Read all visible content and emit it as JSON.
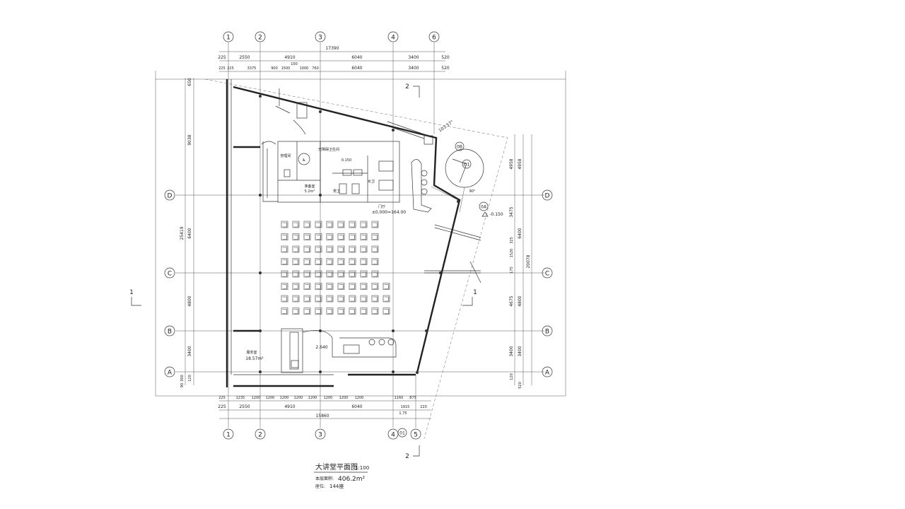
{
  "grid_x": [
    "1",
    "2",
    "3",
    "4",
    "6",
    "5"
  ],
  "grid_y": [
    "D",
    "C",
    "B",
    "A"
  ],
  "axes_special": [
    "0A",
    "0B",
    "D1",
    "01"
  ],
  "dims": {
    "top_total": "17390",
    "top_row1": [
      "225",
      "2550",
      "4910",
      "6040",
      "3400",
      "520"
    ],
    "top_row2": [
      "225",
      "225",
      "3375",
      "900",
      "1500",
      "100",
      "1000",
      "760",
      "6040",
      "3400",
      "520"
    ],
    "bottom_row1": [
      "225",
      "1235",
      "1200",
      "1200",
      "1200",
      "1200",
      "1200",
      "1200",
      "1200",
      "1200",
      "1160",
      "875"
    ],
    "bottom_row2": [
      "225",
      "2550",
      "4910",
      "6040",
      "1915",
      "220"
    ],
    "bottom_total": "15860",
    "bottom_small": "1.75",
    "left_col1": [
      "650",
      "9038",
      "6400",
      "4800",
      "3400",
      "120"
    ],
    "left_total": "25419",
    "left_small": [
      "300",
      "90"
    ],
    "right_col1": [
      "4958",
      "3475",
      "325",
      "1520",
      "175",
      "4675",
      "3400",
      "120"
    ],
    "right_col2": [
      "4958",
      "6400",
      "4800",
      "3400",
      "520"
    ],
    "right_total": "20078"
  },
  "rooms": {
    "mech": "管理间",
    "accessible_wc": "无障碍卫生间",
    "prep_room": "准备室",
    "prep_area": "5.2m²",
    "male_wc": "男卫",
    "female_wc": "女卫",
    "level_wc": "0.150",
    "lobby": "门厅",
    "level_main": "±0.000=164.00",
    "level_out": "-0.150",
    "office": "服务室",
    "office_area": "18.57m²",
    "level_bar": "2.640"
  },
  "angles": [
    "103.57°",
    "90°"
  ],
  "section_marks": [
    "2",
    "2",
    "1",
    "1"
  ],
  "footer": {
    "title": "大讲堂平面图",
    "scale": "1:100",
    "area_label": "本层面积:",
    "area_value": "406.2m²",
    "seats_label": "座位:",
    "seats_value": "144座"
  }
}
